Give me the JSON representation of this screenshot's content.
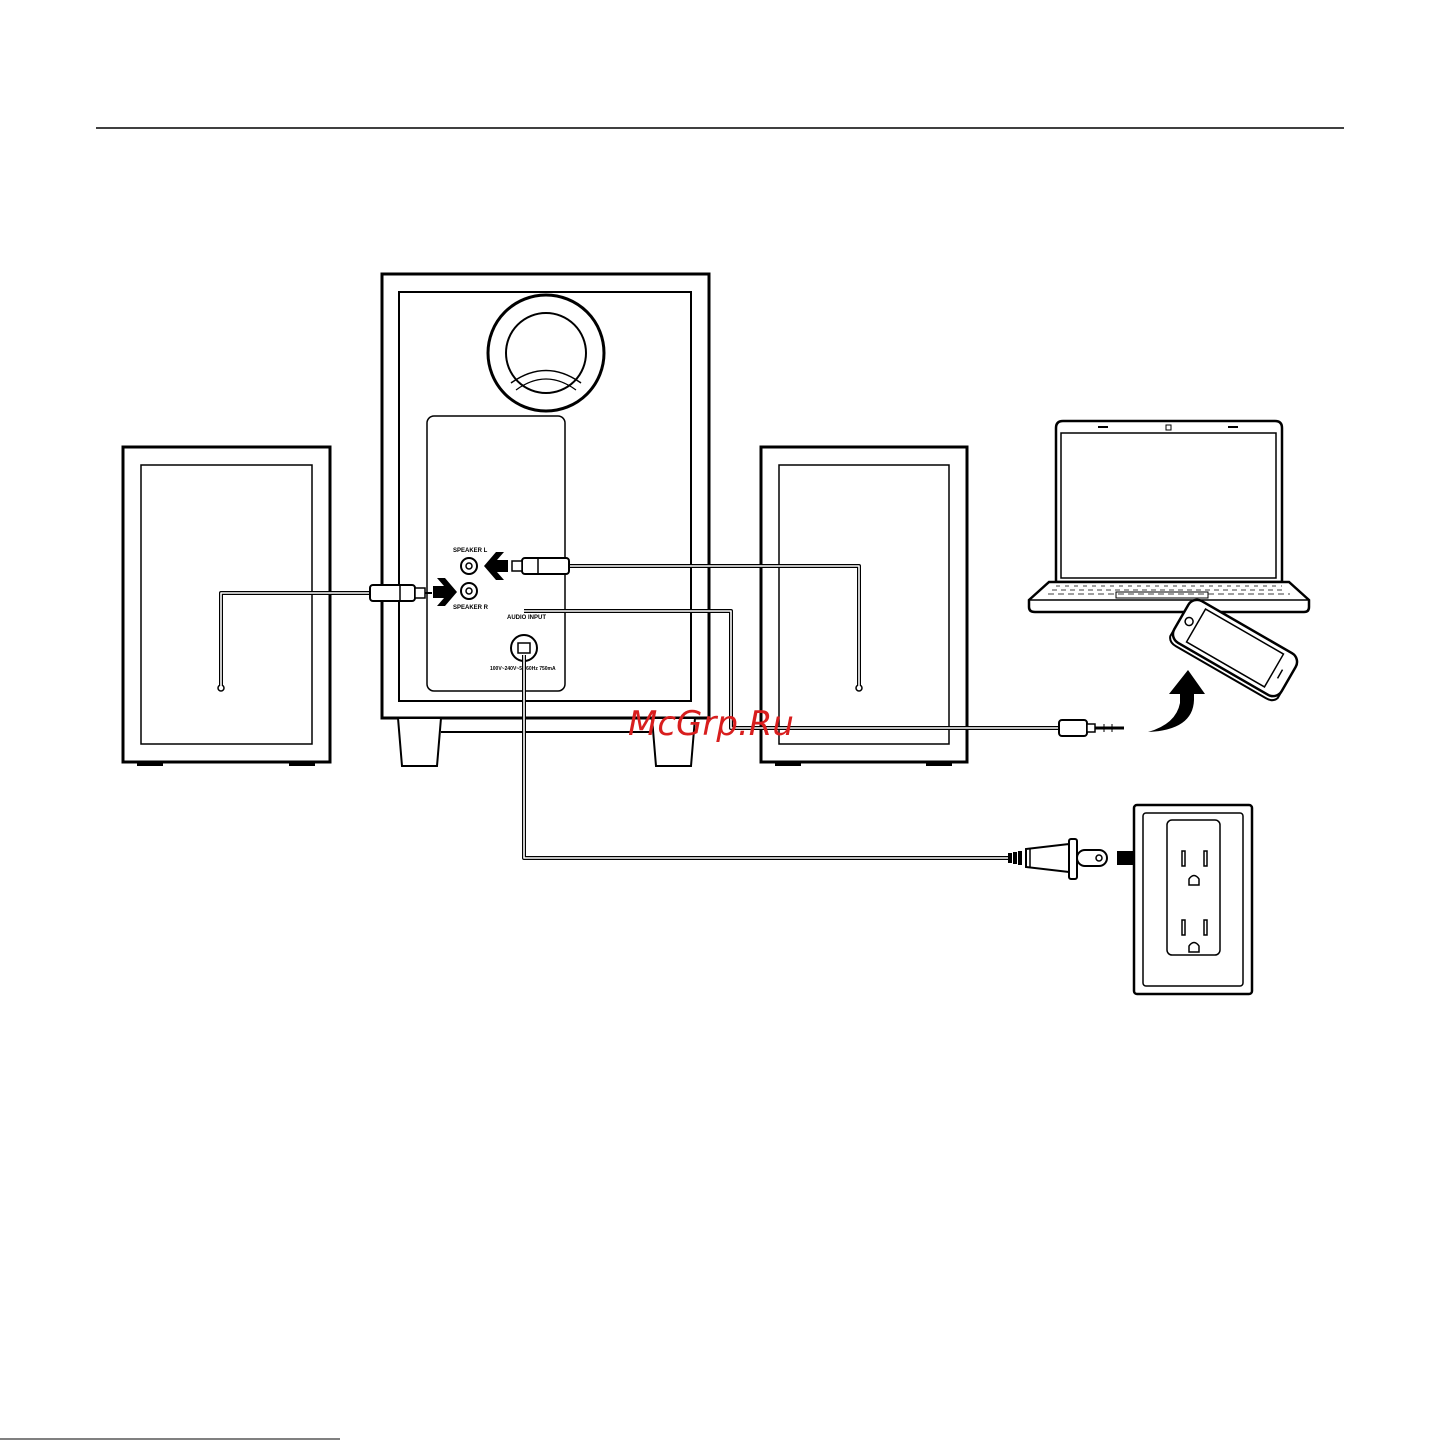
{
  "labels": {
    "speaker_l": "SPEAKER L",
    "speaker_r": "SPEAKER R",
    "audio_input": "AUDIO INPUT",
    "power_rating": "100V~240V~50/60Hz 750mA"
  },
  "watermark": "McGrp.Ru",
  "colors": {
    "line": "#000000",
    "watermark": "#d81e1e",
    "background": "#ffffff"
  }
}
